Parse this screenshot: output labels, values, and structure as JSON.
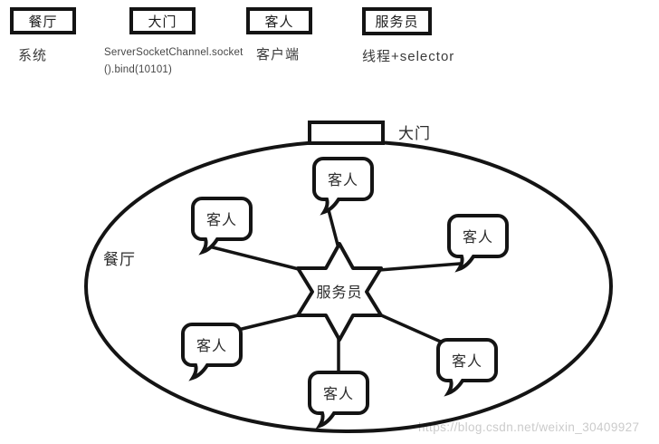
{
  "legend": {
    "items": [
      {
        "term": "餐厅",
        "meaning": "系统"
      },
      {
        "term": "大门",
        "meaning_line1": "ServerSocketChannel.socket",
        "meaning_line2": "().bind(10101)"
      },
      {
        "term": "客人",
        "meaning": "客户端"
      },
      {
        "term": "服务员",
        "meaning": "线程+selector"
      }
    ]
  },
  "diagram": {
    "ellipse_label": "餐厅",
    "door_label": "大门",
    "waiter_label": "服务员",
    "guest_label": "客人",
    "guest_count": 6
  },
  "watermark": "https://blog.csdn.net/weixin_30409927",
  "colors": {
    "stroke": "#141414",
    "watermark": "#cbcbcb"
  }
}
